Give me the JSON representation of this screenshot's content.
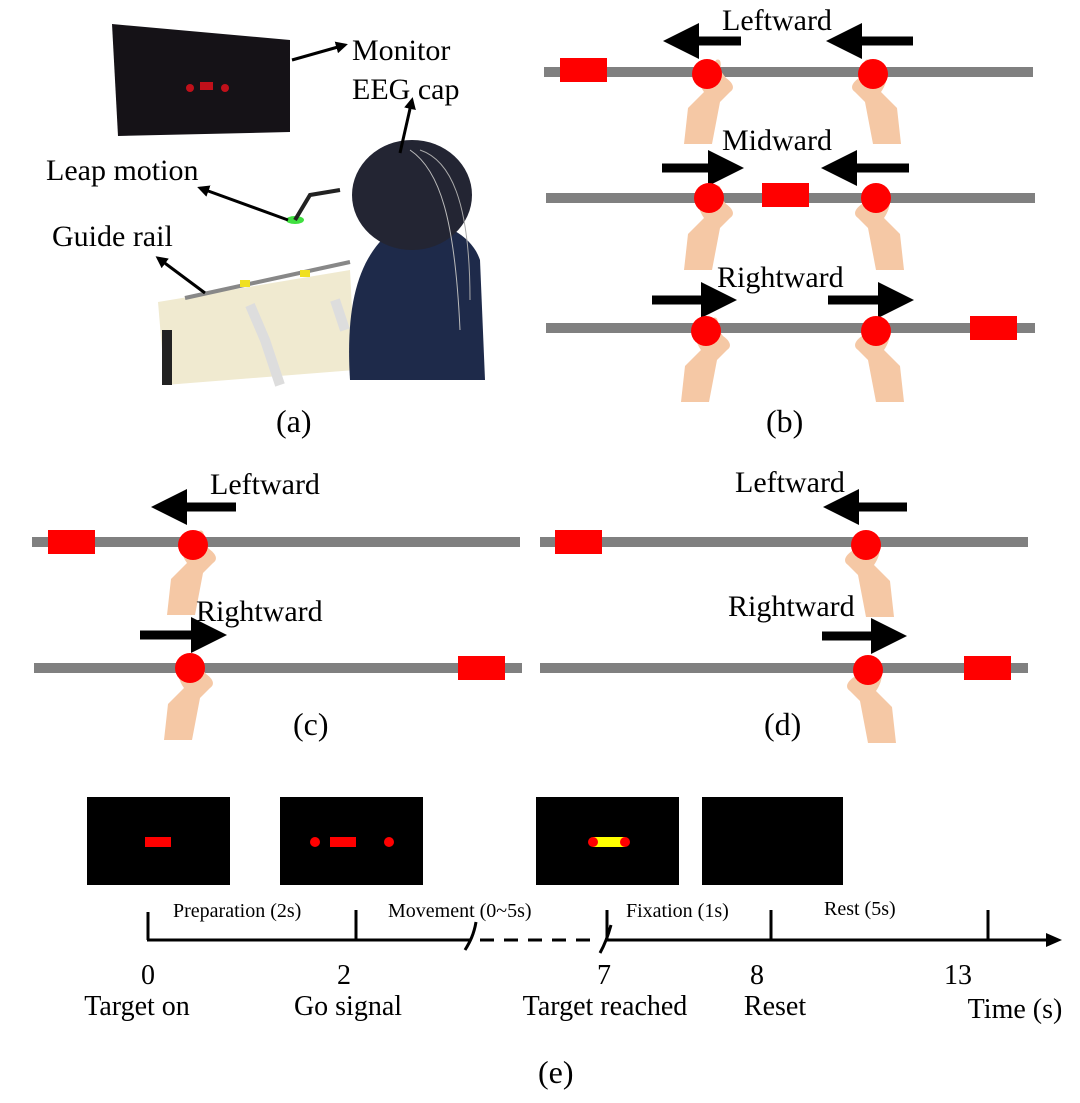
{
  "panel_a": {
    "caption": "(a)",
    "labels": {
      "monitor": "Monitor",
      "eeg_cap": "EEG cap",
      "leap_motion": "Leap motion",
      "guide_rail": "Guide rail"
    }
  },
  "panel_b": {
    "caption": "(b)",
    "conditions": [
      {
        "label": "Leftward",
        "target": "left"
      },
      {
        "label": "Midward",
        "target": "middle"
      },
      {
        "label": "Rightward",
        "target": "right"
      }
    ]
  },
  "panel_c": {
    "caption": "(c)",
    "conditions": [
      {
        "label": "Leftward",
        "target": "left"
      },
      {
        "label": "Rightward",
        "target": "right"
      }
    ]
  },
  "panel_d": {
    "caption": "(d)",
    "conditions": [
      {
        "label": "Leftward",
        "target": "left"
      },
      {
        "label": "Rightward",
        "target": "right"
      }
    ]
  },
  "panel_e": {
    "caption": "(e)",
    "phases": [
      {
        "label": "Preparation (2s)"
      },
      {
        "label": "Movement (0~5s)"
      },
      {
        "label": "Fixation (1s)"
      },
      {
        "label": "Rest (5s)"
      }
    ],
    "ticks": [
      {
        "value": "0",
        "event": "Target on"
      },
      {
        "value": "2",
        "event": "Go signal"
      },
      {
        "value": "7",
        "event": "Target reached"
      },
      {
        "value": "8",
        "event": "Reset"
      },
      {
        "value": "13",
        "event": "Time (s)"
      }
    ]
  },
  "colors": {
    "target": "#ff0000",
    "rail": "#808080",
    "hand": "#f5c8a5",
    "screen": "#000000",
    "reached": "#ffff00"
  }
}
